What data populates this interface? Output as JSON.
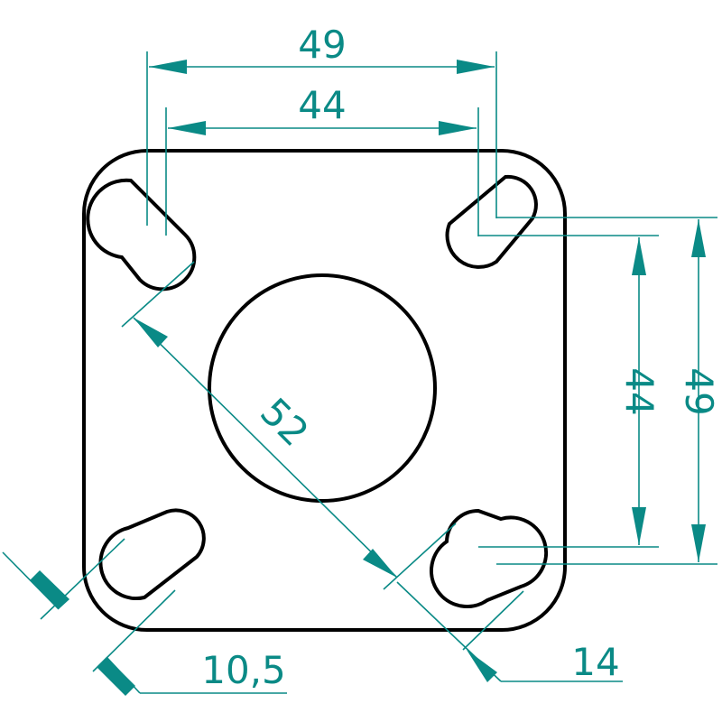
{
  "dimensions": {
    "outer_width": "49",
    "inner_width": "44",
    "inner_height": "44",
    "outer_height": "49",
    "diagonal": "52",
    "slot_width": "10,5",
    "slot_length": "14"
  },
  "colors": {
    "outline": "#000000",
    "dimension": "#0a8a86",
    "background": "#ffffff"
  }
}
